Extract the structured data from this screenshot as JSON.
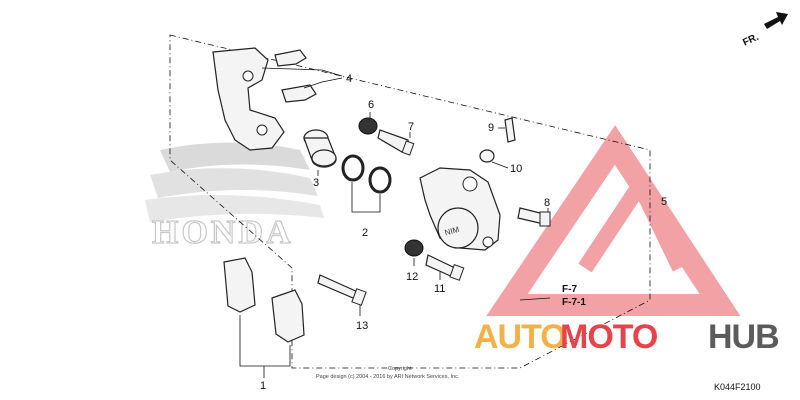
{
  "fr_label": "FR.",
  "brand_watermark": "HONDA",
  "watermark": {
    "part1": "AUTO",
    "part2": "MOTO",
    "part3": "HUB"
  },
  "callouts": [
    "1",
    "2",
    "3",
    "4",
    "5",
    "6",
    "7",
    "8",
    "9",
    "10",
    "11",
    "12",
    "13"
  ],
  "refs": [
    "F-7",
    "F-7-1"
  ],
  "copyright": {
    "line1": "Copyright",
    "line2": "Page design (c) 2004 - 2016 by ARI Network Services, Inc."
  },
  "diagram_code": "K044F2100",
  "colors": {
    "watermark_red": "#e8424a",
    "watermark_orange": "#f3b14a",
    "watermark_gray": "#5b5b5b"
  }
}
